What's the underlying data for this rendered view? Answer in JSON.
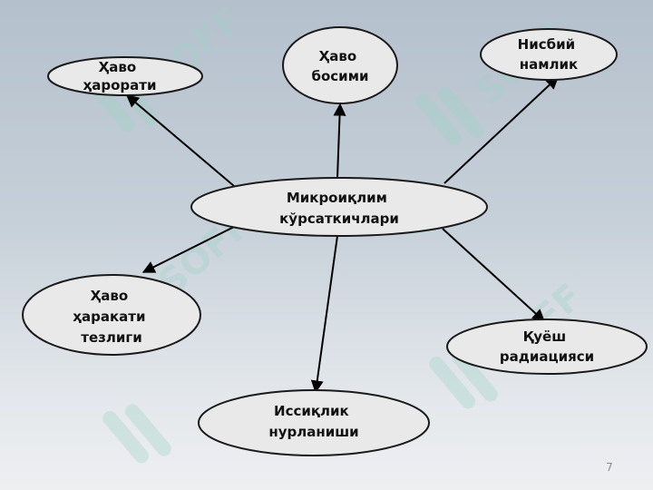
{
  "watermark": {
    "text": "SOFF"
  },
  "diagram": {
    "center": {
      "lines": [
        "Микроиқлим",
        "кўрсаткичлари"
      ]
    },
    "nodes": [
      {
        "id": "havo-harorati",
        "lines": [
          "Ҳаво",
          "ҳарорати"
        ]
      },
      {
        "id": "havo-bosimi",
        "lines": [
          "Ҳаво",
          "босими"
        ]
      },
      {
        "id": "nisbiy-namlik",
        "lines": [
          "Нисбий",
          "намлик"
        ]
      },
      {
        "id": "havo-harakati-tezligi",
        "lines": [
          "Ҳаво",
          "ҳаракати",
          "тезлиги"
        ]
      },
      {
        "id": "issiqlik-nurlanishi",
        "lines": [
          "Иссиқлик",
          "нурланиши"
        ]
      },
      {
        "id": "quyosh-radiatsiyasi",
        "lines": [
          "Қуёш",
          "радиацияси"
        ]
      }
    ]
  },
  "slide": {
    "page_number": "7"
  }
}
